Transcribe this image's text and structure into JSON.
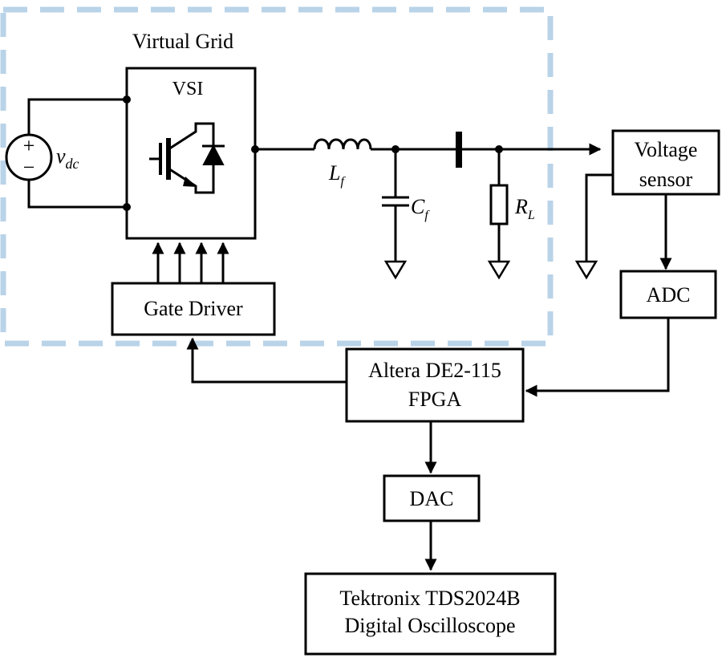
{
  "region": {
    "title": "Virtual Grid",
    "border_color": "#b9d3e8"
  },
  "source": {
    "symbol": "v",
    "subscript": "dc",
    "plus": "+",
    "minus": "−"
  },
  "inverter": {
    "label": "VSI"
  },
  "filter": {
    "inductor": {
      "symbol": "L",
      "subscript": "f"
    },
    "capacitor": {
      "symbol": "C",
      "subscript": "f"
    },
    "load": {
      "symbol": "R",
      "subscript": "L"
    }
  },
  "blocks": {
    "gate_driver": "Gate Driver",
    "voltage_sensor": {
      "line1": "Voltage",
      "line2": "sensor"
    },
    "adc": "ADC",
    "fpga": {
      "line1": "Altera DE2-115",
      "line2": "FPGA"
    },
    "dac": "DAC",
    "oscilloscope": {
      "line1": "Tektronix TDS2024B",
      "line2": "Digital Oscilloscope"
    }
  },
  "icons": [
    "dc-voltage-source-icon",
    "igbt-icon",
    "diode-icon",
    "inductor-icon",
    "capacitor-icon",
    "resistor-icon",
    "ground-icon",
    "arrow-icon"
  ]
}
